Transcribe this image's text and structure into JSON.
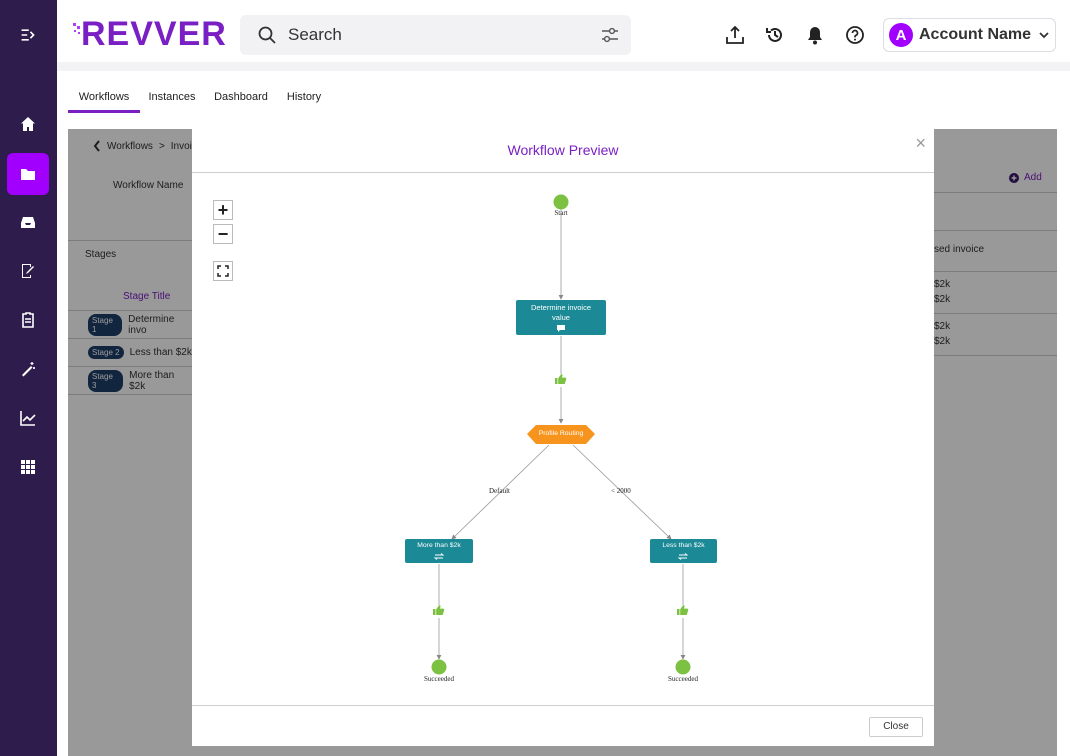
{
  "nav": {
    "items": [
      "menu-toggle",
      "home",
      "folders",
      "inbox",
      "sign",
      "clipboard",
      "wand",
      "analytics",
      "apps"
    ],
    "active": "folders",
    "bg_color": "#2e1d4c",
    "active_color": "#a100ff"
  },
  "header": {
    "logo_text": "REVVER",
    "search_placeholder": "Search",
    "account_initial": "A",
    "account_name": "Account Name"
  },
  "tabs": [
    {
      "label": "Workflows",
      "active": true
    },
    {
      "label": "Instances",
      "active": false
    },
    {
      "label": "Dashboard",
      "active": false
    },
    {
      "label": "History",
      "active": false
    }
  ],
  "background": {
    "breadcrumb_root": "Workflows",
    "breadcrumb_sep": ">",
    "breadcrumb_current": "Invoic",
    "workflow_name_label": "Workflow Name",
    "stages_label": "Stages",
    "stage_title_header": "Stage Title",
    "add_label": "Add",
    "stages": [
      {
        "pill": "Stage 1",
        "title": "Determine invo"
      },
      {
        "pill": "Stage 2",
        "title": "Less than $2k"
      },
      {
        "pill": "Stage 3",
        "title": "More than $2k"
      }
    ],
    "right_desc": "sed invoice",
    "right_rows": [
      {
        "a": "$2k",
        "b": "$2k"
      },
      {
        "a": "$2k",
        "b": "$2k"
      }
    ]
  },
  "modal": {
    "title": "Workflow Preview",
    "close_x": "×",
    "close_button": "Close",
    "zoom_in": "+",
    "zoom_out": "−"
  },
  "workflow": {
    "start_label": "Start",
    "stage1_title": "Determine invoice",
    "stage1_title2": "value",
    "router_label": "Profile Routing",
    "edge_default": "Default",
    "edge_lt": "< 2000",
    "left_stage": "More than $2k",
    "right_stage": "Less than $2k",
    "end_left": "Succeeded",
    "end_right": "Succeeded",
    "colors": {
      "node": "#1b8a96",
      "start": "#7dc142",
      "router": "#f7941d",
      "approve": "#7dc142"
    }
  }
}
